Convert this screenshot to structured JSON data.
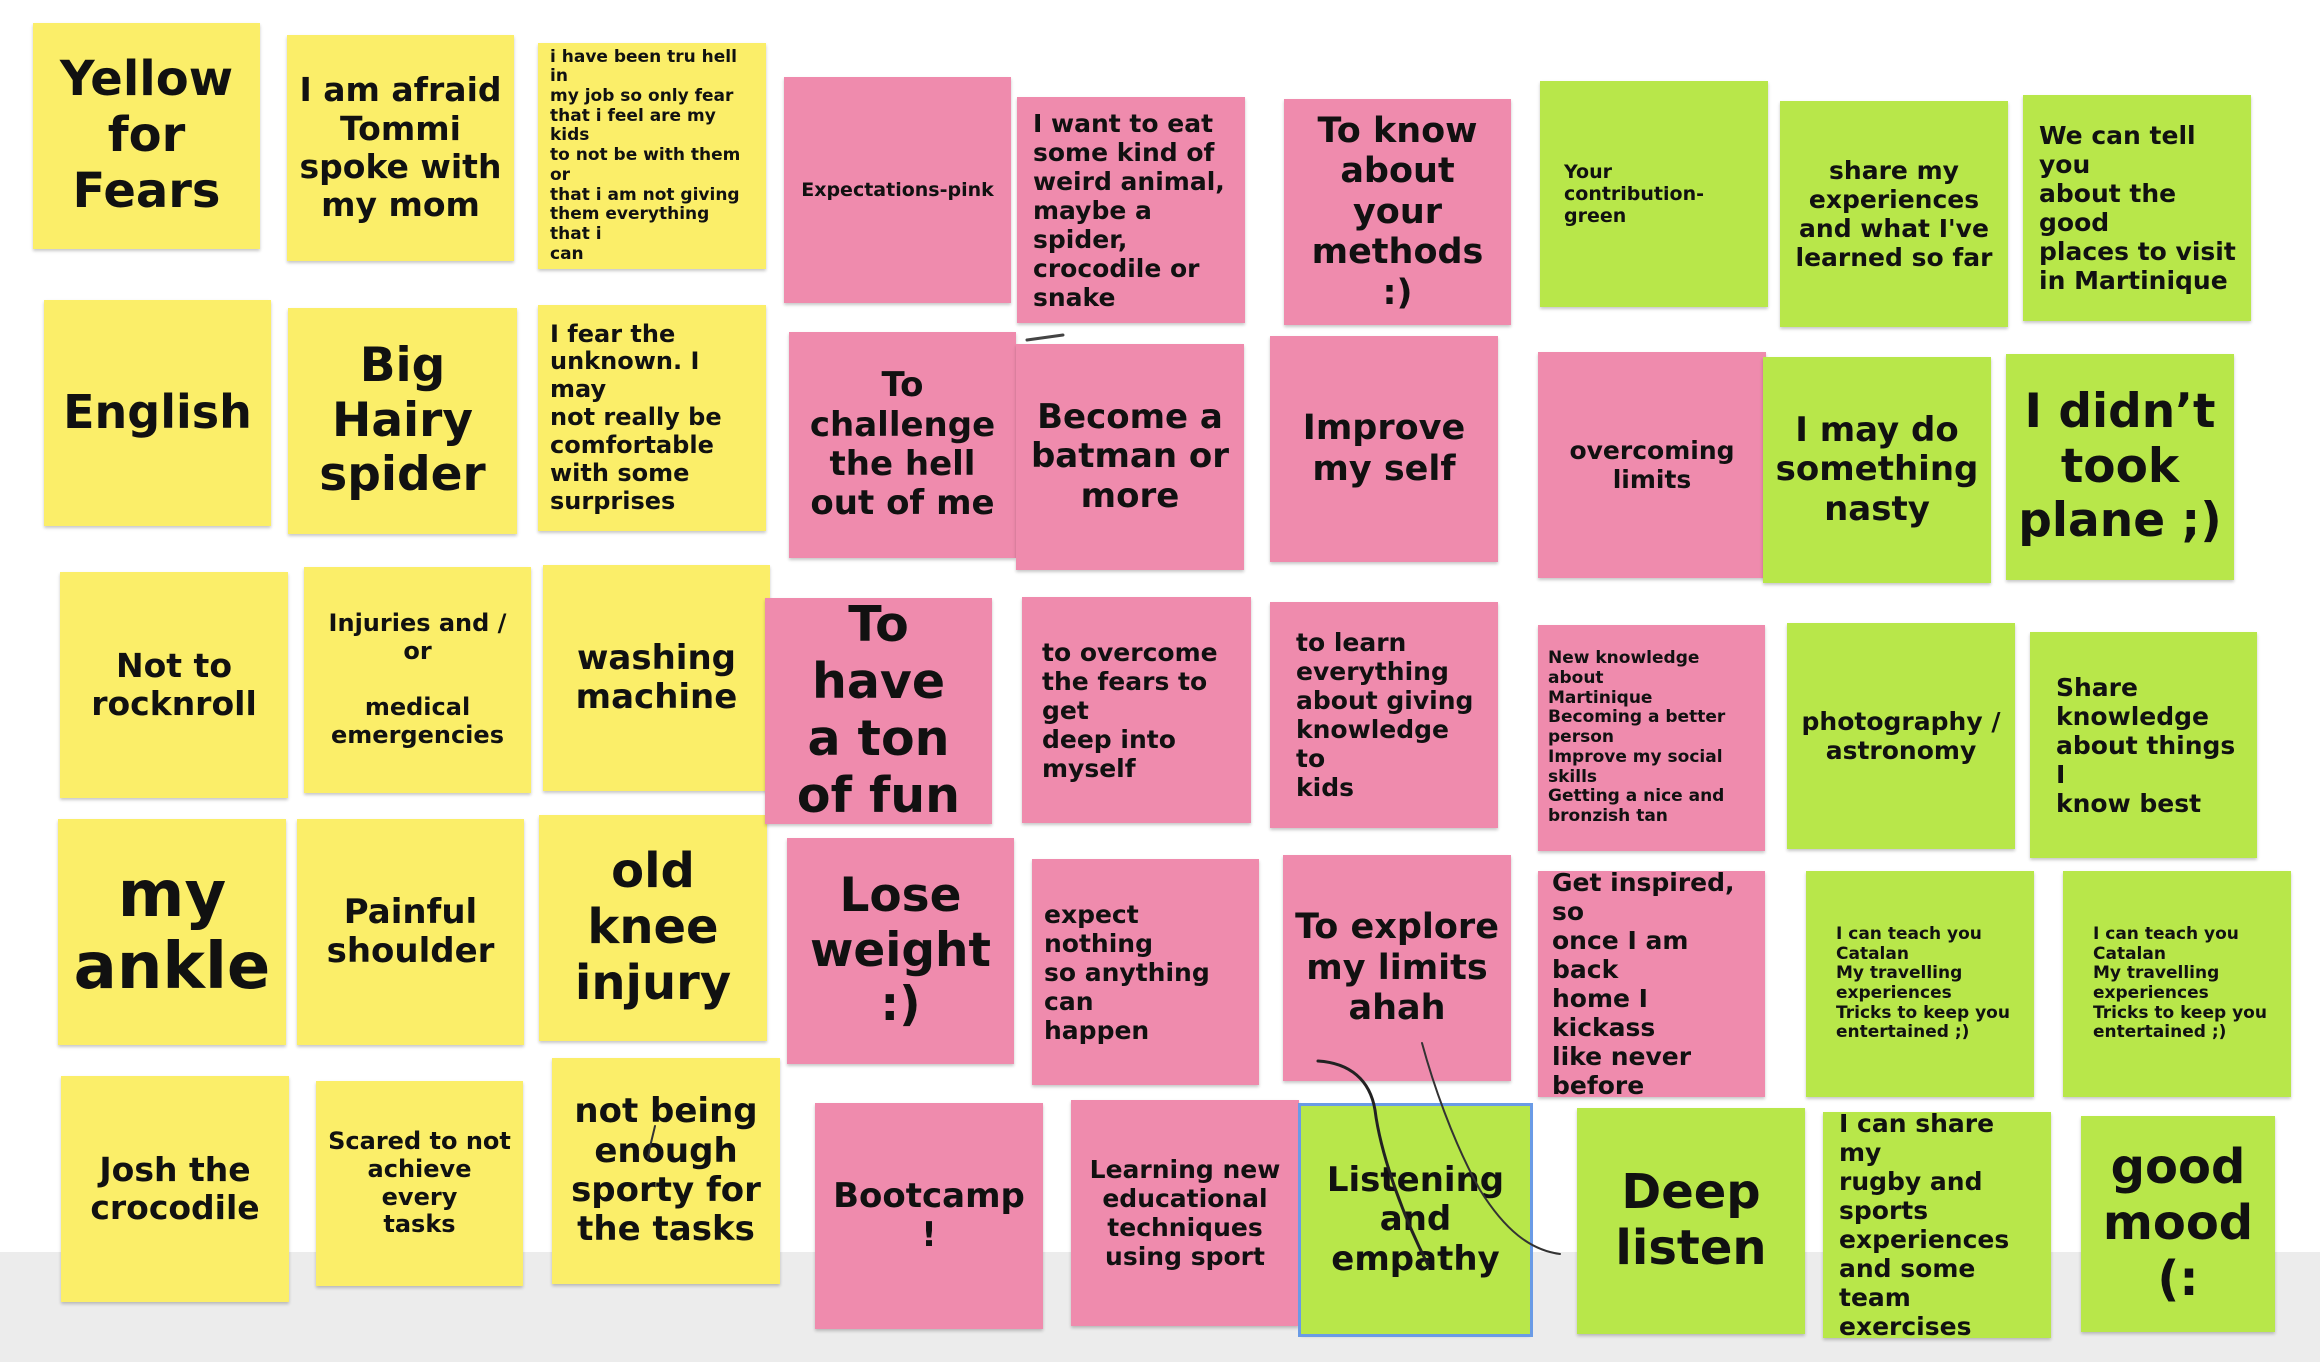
{
  "colors": {
    "yellow": "#fbee69",
    "pink": "#ef8bad",
    "green": "#b8e74a",
    "selection": "#6a9be6"
  },
  "notes": {
    "yellow_for_fears": "Yellow\nfor\nFears",
    "afraid_tommi": "I am afraid\nTommi\nspoke with\nmy mom",
    "tru_hell": "i have been tru hell in\nmy job so only fear\nthat i feel are my kids\nto not be with them or\nthat i am not giving\nthem everything that i\ncan",
    "english": "English",
    "big_hairy_spider": "Big\nHairy\nspider",
    "fear_unknown": "I fear the\nunknown. I may\nnot really be\ncomfortable\nwith some\nsurprises",
    "not_rocknroll": "Not to\nrocknroll",
    "injuries": "Injuries and / or\n\nmedical\nemergencies",
    "washing_machine": "washing\nmachine",
    "my_ankle": "my\nankle",
    "painful_shoulder": "Painful\nshoulder",
    "old_knee": "old\nknee\ninjury",
    "josh_crocodile": "Josh the\ncrocodile",
    "scared_achieve": "Scared to not\nachieve every\ntasks",
    "not_sporty": "not being\nenough\nsporty for\nthe tasks",
    "expectations_pink": "Expectations-pink",
    "weird_animal": "I want to eat\nsome kind of\nweird animal,\nmaybe a spider,\ncrocodile or\nsnake",
    "know_methods": "To know\nabout your\nmethods :)",
    "challenge_hell": "To\nchallenge\nthe hell\nout of me",
    "batman": "Become a\nbatman or\nmore",
    "improve_self": "Improve\nmy self",
    "ton_of_fun": "To have\na ton\nof fun",
    "overcome_fears": "to overcome\nthe fears to get\ndeep into\nmyself",
    "learn_everything": "to learn\neverything\nabout giving\nknowledge to\nkids",
    "lose_weight": "Lose\nweight\n:)",
    "expect_nothing": "expect nothing\nso anything can\nhappen",
    "explore_limits": "To explore\nmy limits\nahah",
    "bootcamp": "Bootcamp\n!",
    "learning_techniques": "Learning new\neducational\ntechniques\nusing sport",
    "overcoming_limits": "overcoming\nlimits",
    "new_knowledge": "New knowledge about\nMartinique\nBecoming a better\nperson\nImprove my social\nskills\nGetting a nice and\nbronzish tan",
    "get_inspired": "Get inspired, so\nonce I am back\nhome I kickass\nlike never\nbefore",
    "contribution_green": "Your\ncontribution-green",
    "share_experiences": "share my\nexperiences\nand what I've\nlearned so far",
    "good_places": "We can tell you\nabout the good\nplaces to visit\nin Martinique",
    "may_do_nasty": "I may do\nsomething\nnasty",
    "didnt_took_plane": "I didn’t\ntook\nplane ;)",
    "photography": "photography /\nastronomy",
    "share_knowledge": "Share\nknowledge\nabout things I\nknow best",
    "teach_catalan_1": "I can teach you\nCatalan\nMy travelling\nexperiences\nTricks to keep you\nentertained ;)",
    "teach_catalan_2": "I can teach you\nCatalan\nMy travelling\nexperiences\nTricks to keep you\nentertained ;)",
    "listening_empathy": "Listening\nand\nempathy",
    "deep_listen": "Deep\nlisten",
    "share_rugby": "I can share my\nrugby and\nsports\nexperiences\nand some team\nexercises",
    "good_mood": "good\nmood (:"
  }
}
